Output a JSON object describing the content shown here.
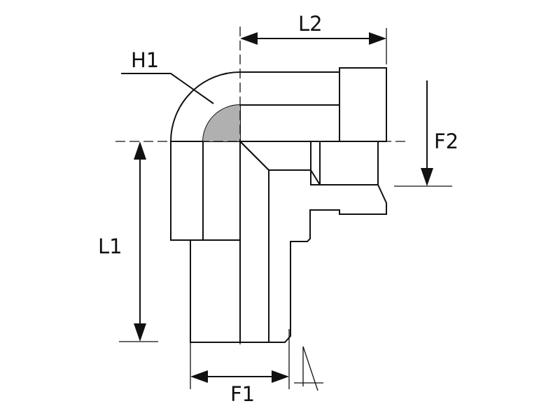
{
  "labels": {
    "h1": "H1",
    "l1": "L1",
    "l2": "L2",
    "f1": "F1",
    "f2": "F2"
  },
  "colors": {
    "body_light": "#c4c4c4",
    "body_mid": "#aaaaaa",
    "body_dark": "#6e6e6e",
    "outline": "#111111"
  }
}
